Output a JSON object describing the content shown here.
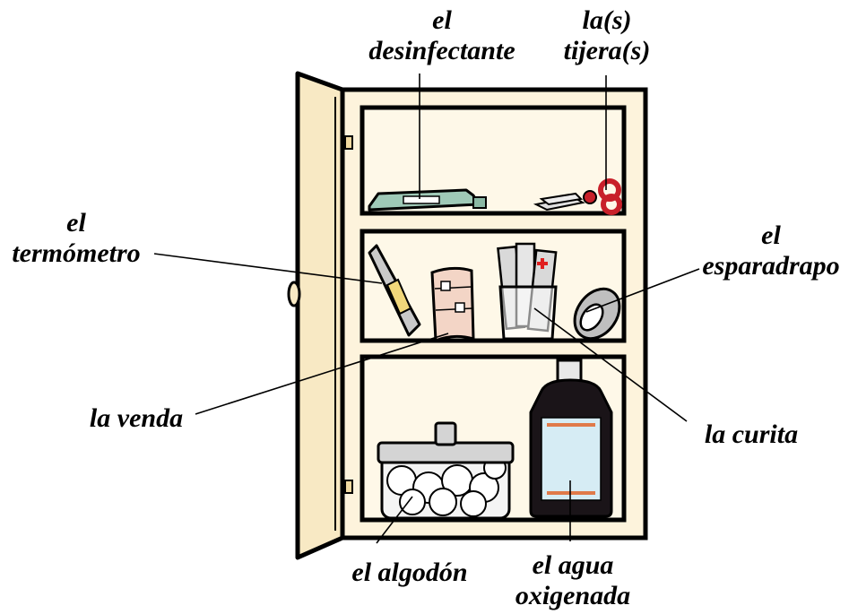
{
  "labels": {
    "desinfectante": {
      "line1": "el",
      "line2": "desinfectante"
    },
    "tijeras": {
      "line1": "la(s)",
      "line2": "tijera(s)"
    },
    "termometro": {
      "line1": "el",
      "line2": "termómetro"
    },
    "esparadrapo": {
      "line1": "el",
      "line2": "esparadrapo"
    },
    "venda": {
      "line1": "la venda"
    },
    "curita": {
      "line1": "la curita"
    },
    "algodon": {
      "line1": "el algodón"
    },
    "agua": {
      "line1": "el agua",
      "line2": "oxigenada"
    }
  },
  "colors": {
    "cabinet_fill": "#fdf3dc",
    "cabinet_inner": "#fef8e8",
    "outline": "#000000",
    "bottle_dark": "#1a1418",
    "bottle_label": "#d6ecf4",
    "label_stripe": "#e07a4a",
    "scissors_red": "#c8202a",
    "tube_green": "#9fc9b7",
    "cotton": "#ffffff",
    "jar_lid": "#d4d4d4",
    "door": "#f8e9c4",
    "thermometer": "#c9c9c9",
    "thermo_display": "#f1d77a",
    "bandage": "#f3d5c6",
    "curita_box": "#d9d9d9",
    "cross_red": "#e02020",
    "tape": "#bfbfbf"
  }
}
